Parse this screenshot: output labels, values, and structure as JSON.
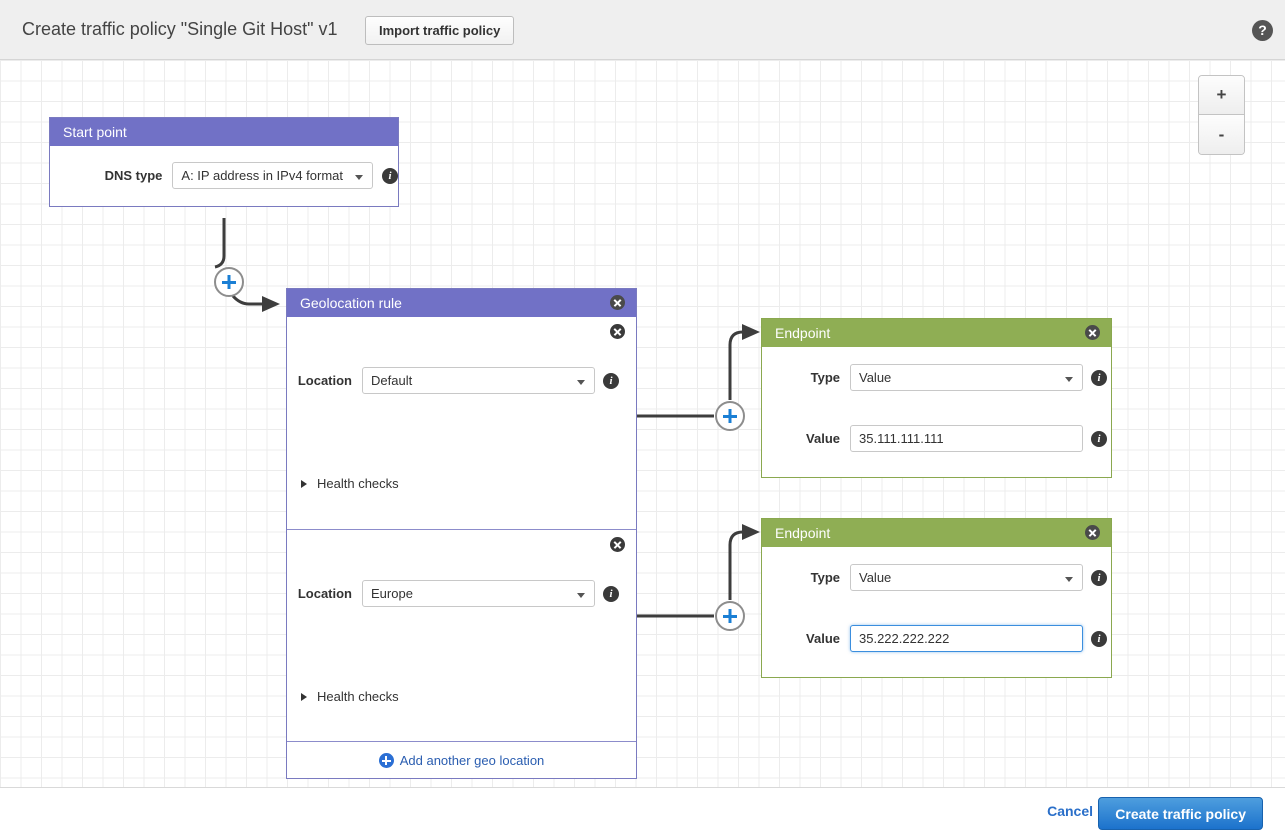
{
  "header": {
    "title": "Create traffic policy \"Single Git Host\" v1",
    "import_button": "Import traffic policy",
    "help_icon": "?"
  },
  "canvas": {
    "zoom_in": "+",
    "zoom_out": "-"
  },
  "start_point": {
    "title": "Start point",
    "dns_type_label": "DNS type",
    "dns_type_value": "A: IP address in IPv4 format"
  },
  "geolocation_rule": {
    "title": "Geolocation rule",
    "add_location_label": "Add another geo location",
    "locations": [
      {
        "label": "Location",
        "value": "Default",
        "health_checks_label": "Health checks"
      },
      {
        "label": "Location",
        "value": "Europe",
        "health_checks_label": "Health checks"
      }
    ]
  },
  "endpoints": [
    {
      "title": "Endpoint",
      "type_label": "Type",
      "type_value": "Value",
      "value_label": "Value",
      "value_value": "35.111.111.111",
      "value_focused": false
    },
    {
      "title": "Endpoint",
      "type_label": "Type",
      "type_value": "Value",
      "value_label": "Value",
      "value_value": "35.222.222.222",
      "value_focused": true
    }
  ],
  "footer": {
    "cancel_label": "Cancel",
    "create_label": "Create traffic policy"
  },
  "colors": {
    "rule_header": "#7171c6",
    "endpoint_header": "#8fae54",
    "primary_button": "#1c72cc",
    "link": "#2a6fc9",
    "focus_ring": "#3b8ede"
  }
}
